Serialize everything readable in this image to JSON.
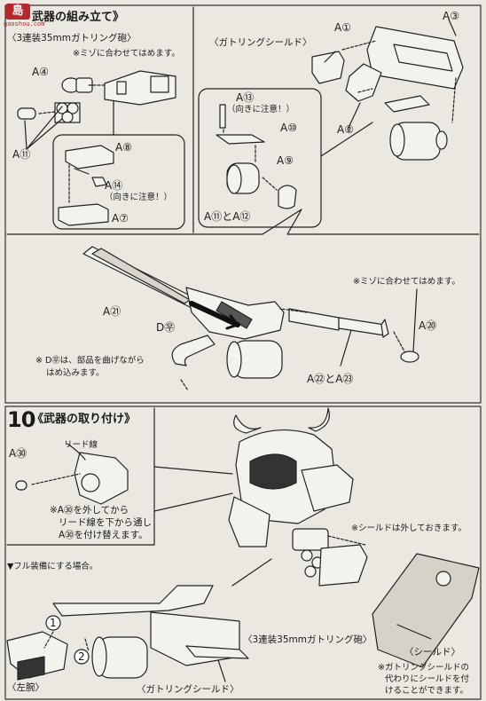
{
  "watermark": {
    "mark": "島",
    "site": "gaoshou.com"
  },
  "section9": {
    "title": "武器の組み立て》",
    "gatling_header": "〈3連装35mmガトリング砲〉",
    "groove_note": "※ミゾに合わせてはめます。",
    "shield_header": "〈ガトリングシールド〉",
    "parts": {
      "a4": "A④",
      "a18": "A⑪",
      "a8": "A⑧",
      "a14": "A⑭",
      "a14_note": "（向きに注意！）",
      "a7": "A⑦",
      "a1": "A①",
      "a3": "A③",
      "a2": "A②",
      "a13": "A⑬",
      "a13_note": "（向きに注意！）",
      "a10": "A⑩",
      "a9": "A⑨",
      "a11_12": "A⑪とA⑫"
    },
    "assembly": {
      "groove_note": "※ミゾに合わせてはめます。",
      "a21": "A㉑",
      "d70": "D㉾",
      "a20": "A⑳",
      "a22_23": "A㉒とA㉓",
      "d70_note_line1": "※ D㉾は、部品を曲げながら",
      "d70_note_line2": "はめ込みます。"
    }
  },
  "section10": {
    "number": "10",
    "title": "《武器の取り付け》",
    "a30": "A㉚",
    "lead_wire": "リード線",
    "a30_note_line1": "※A㉚を外してから",
    "a30_note_line2": "リード線を下から通し",
    "a30_note_line3": "A㉚を付け替えます。",
    "shield_off_note": "※シールドは外しておきます。",
    "full_equip": "▼フル装備にする場合。",
    "step1": "1",
    "step2": "2",
    "left_arm": "〈左腕〉",
    "gatling_shield": "〈ガトリングシールド〉",
    "gatling_gun": "〈3連装35mmガトリング砲〉",
    "shield": "〈シールド〉",
    "shield_note_line1": "※ガトリングシールドの",
    "shield_note_line2": "代わりにシールドを付",
    "shield_note_line3": "けることができます。"
  }
}
